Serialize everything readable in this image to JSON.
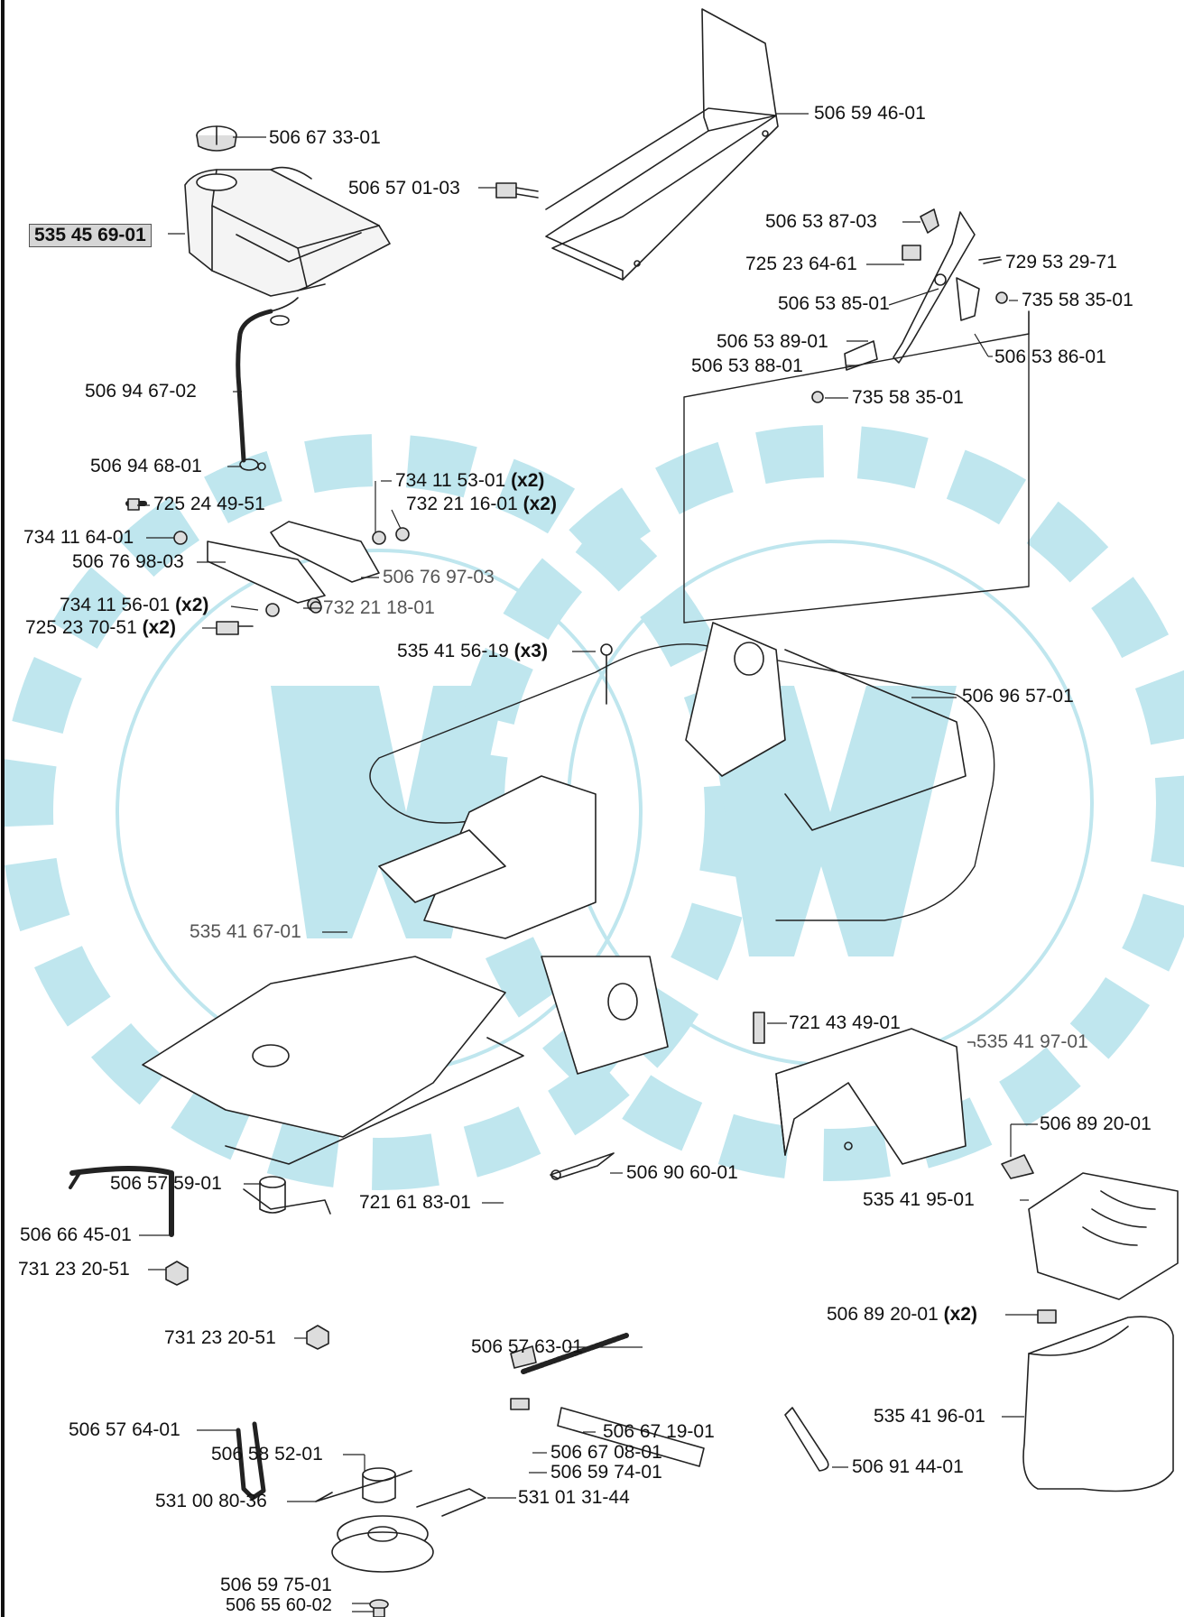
{
  "labels": {
    "l1": "506 67 33-01",
    "l2": "535 45 69-01",
    "l3": "506 94 67-02",
    "l4": "506 94 68-01",
    "l5": "506 59 46-01",
    "l6": "506 57 01-03",
    "l7": "506 53 87-03",
    "l8": "725 23 64-61",
    "l9": "729 53 29-71",
    "l10": "506 53 85-01",
    "l11": "735 58 35-01",
    "l12": "506 53 89-01",
    "l13": "506 53 86-01",
    "l14": "506 53 88-01",
    "l15": "735 58 35-01",
    "l16": "734 11 53-01",
    "l17": "732 21 16-01",
    "l18": "725 24 49-51",
    "l19": "734 11 64-01",
    "l20": "506 76 98-03",
    "l21": "506 76 97-03",
    "l22": "734 11 56-01",
    "l23": "732 21 18-01",
    "l24": "725 23 70-51",
    "l25": "535 41 56-19",
    "l26": "506 96 57-01",
    "l27": "535 41 67-01",
    "l28": "721 43 49-01",
    "l29": "535 41 97-01",
    "l30": "506 89 20-01",
    "l31": "506 57 59-01",
    "l32": "506 90 60-01",
    "l33": "535 41 95-01",
    "l34": "506 66 45-01",
    "l35": "721 61 83-01",
    "l36": "731 23 20-51",
    "l37": "506 89 20-01",
    "l38": "731 23 20-51",
    "l39": "506 57 63-01",
    "l40": "535 41 96-01",
    "l41": "506 57 64-01",
    "l42": "506 67 19-01",
    "l43": "506 67 08-01",
    "l44": "506 59 74-01",
    "l45": "506 91 44-01",
    "l46": "506 58 52-01",
    "l47": "531 00 80-36",
    "l48": "531 01 31-44",
    "l49": "506 59 75-01",
    "l50": "506 55 60-02"
  },
  "quantities": {
    "x2": "(x2)",
    "x3": "(x3)"
  },
  "colors": {
    "watermark": "#bfe6ee",
    "line": "#222222",
    "highlight": "#d6d6d6"
  }
}
